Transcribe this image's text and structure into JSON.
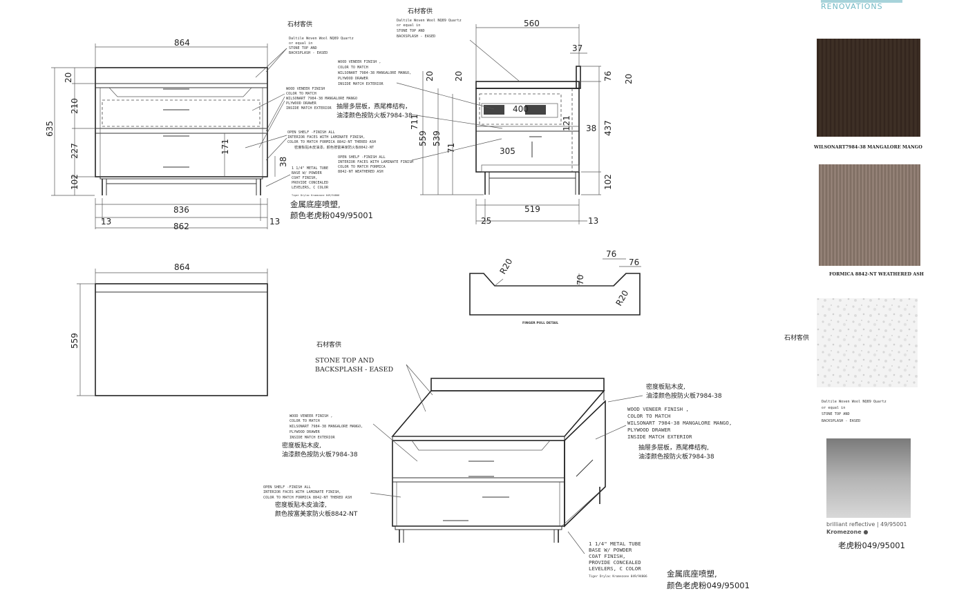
{
  "brand": {
    "text": "RENOVATIONS"
  },
  "front_view": {
    "width_top": "864",
    "height_total": "635",
    "h20": "20",
    "h210": "210",
    "h227": "227",
    "h102": "102",
    "h171": "171",
    "h38": "38",
    "base_inner": "836",
    "base_outer": "862",
    "offset_left": "13",
    "offset_right": "13"
  },
  "side_view": {
    "depth": "560",
    "h37": "37",
    "h76": "76",
    "h20": "20",
    "h20b": "20",
    "h711": "711",
    "h559": "559",
    "h539": "539",
    "h400": "400",
    "h121": "121",
    "h38": "38",
    "h437": "437",
    "h71": "71",
    "h305": "305",
    "h102": "102",
    "base": "519",
    "off_left": "25",
    "off_right": "13"
  },
  "top_view": {
    "width": "864",
    "depth": "559"
  },
  "finger_pull": {
    "title": "FINGER PULL DETAIL",
    "r1": "R20",
    "r2": "R20",
    "d70": "70",
    "d76a": "76",
    "d76b": "76"
  },
  "notes": {
    "stone_cn_1": "石材客供",
    "stone_en_1": [
      "Daltile Woven Wool NQ89 Quartz",
      "or equal in",
      "STONE TOP AND",
      "BACKSPLASH - EASED"
    ],
    "stone_cn_2": "石材客供",
    "stone_en_2": [
      "Daltile Woven Wool NQ89 Quartz",
      "or equal in",
      "STONE TOP AND",
      "BACKSPLASH - EASED"
    ],
    "wood_veneer_1": [
      "WOOD VENEER FINISH ,",
      "COLOR TO MATCH",
      "WILSONART 7984-38 MANGALORE MANGO,",
      "PLYWOOD DRAWER",
      "INSIDE MATCH EXTERIOR"
    ],
    "wood_veneer_2": [
      "WOOD VENEER FINISH",
      "COLOR TO MATCH",
      "WILSONART 7984-38 MANGALORE MANGO",
      "PLYWOOD DRAWER",
      "INSIDE MATCH EXTERIOR"
    ],
    "drawer_cn": [
      "抽屉多层板，燕尾榫结构，",
      "油漆颜色按防火板7984-38"
    ],
    "shelf_en_1": [
      "OPEN SHELF -FINISH ALL",
      "INTERIOR FACES WITH LAMINATE FINISH,",
      "COLOR TO MATCH FORMICA 8842-NT THERED ASH"
    ],
    "shelf_cn_1": "密度板贴木皮油漆，颜色按富美家防火板8842-NT",
    "shelf_en_2": [
      "OPEN SHELF -FINISH ALL",
      "INTERIOR FACES WITH LAMINATE FINISH",
      "COLOR TO MATCH FORMICA",
      "8842-NT WEATHERED ASH"
    ],
    "base_en_1": [
      "1 1/4\" METAL TUBE",
      "BASE W/ POWDER",
      "COAT FINISH,",
      "PROVIDE CONCEALED",
      "LEVELERS, C COLOR",
      "Tiger Drylac Kromezone 049/94806"
    ],
    "base_cn_1": [
      "金属底座喷塑,",
      "颜色老虎粉049/95001"
    ],
    "stone_cn_3": "石材客供",
    "stone_en_3": [
      "STONE TOP AND",
      "BACKSPLASH - EASED"
    ],
    "veneer_cn": [
      "密度板贴木皮,",
      "油漆颜色按防火板7984-38"
    ],
    "wood_veneer_3": [
      "WOOD VENEER FINISH ,",
      "COLOR TO MATCH",
      "WILSONART 7984-38 MANGALORE MANGO,",
      "PLYWOOD DRAWER",
      "INSIDE MATCH EXTERIOR"
    ],
    "veneer_cn_2": [
      "密度板贴木皮,",
      "油漆颜色按防火板7984-38"
    ],
    "wood_veneer_4": [
      "WOOD VENEER FINISH ,",
      "COLOR TO MATCH",
      "WILSONART 7984-38 MANGALORE MANGO,",
      "PLYWOOD DRAWER",
      "INSIDE MATCH EXTERIOR"
    ],
    "drawer_cn_2": [
      "抽屉多层板，燕尾榫结构,",
      "油漆颜色按防火板7984-38"
    ],
    "shelf_en_3": [
      "OPEN SHELF -FINISH ALL",
      "INTERIOR FACES WITH LAMINATE FINISH,",
      "COLOR TO MATCH FORMICA 8842-NT THERED ASH"
    ],
    "shelf_cn_3": [
      "密度板贴木皮油漆,",
      "颜色按富美家防火板8842-NT"
    ],
    "base_en_2": [
      "1 1/4\" METAL TUBE",
      "BASE W/ POWDER",
      "COAT FINISH,",
      "PROVIDE CONCEALED",
      "LEVELERS, C COLOR",
      "Tiger Drylac Kromezone 049/94806"
    ],
    "base_cn_2": [
      "金属底座喷塑,",
      "颜色老虎粉049/95001"
    ]
  },
  "swatches": [
    {
      "label": "WILSONART7984-38 MANGALORE MANGO",
      "color": "#3a2c23"
    },
    {
      "label": "FORMICA 8842-NT WEATHERED ASH",
      "color": "#8a776c"
    },
    {
      "label": "Daltile Woven Wool NQ89 Quartz\nor equal in\nSTONE TOP AND\nBACKSPLASH - EASED",
      "side": "石材客供",
      "color": "#f2f2f2"
    },
    {
      "label": "老虎粉049/95001",
      "brand1": "brilliant reflective | 49/95001",
      "brand2": "Kromezone ●",
      "color": "#a9a9a9"
    }
  ]
}
